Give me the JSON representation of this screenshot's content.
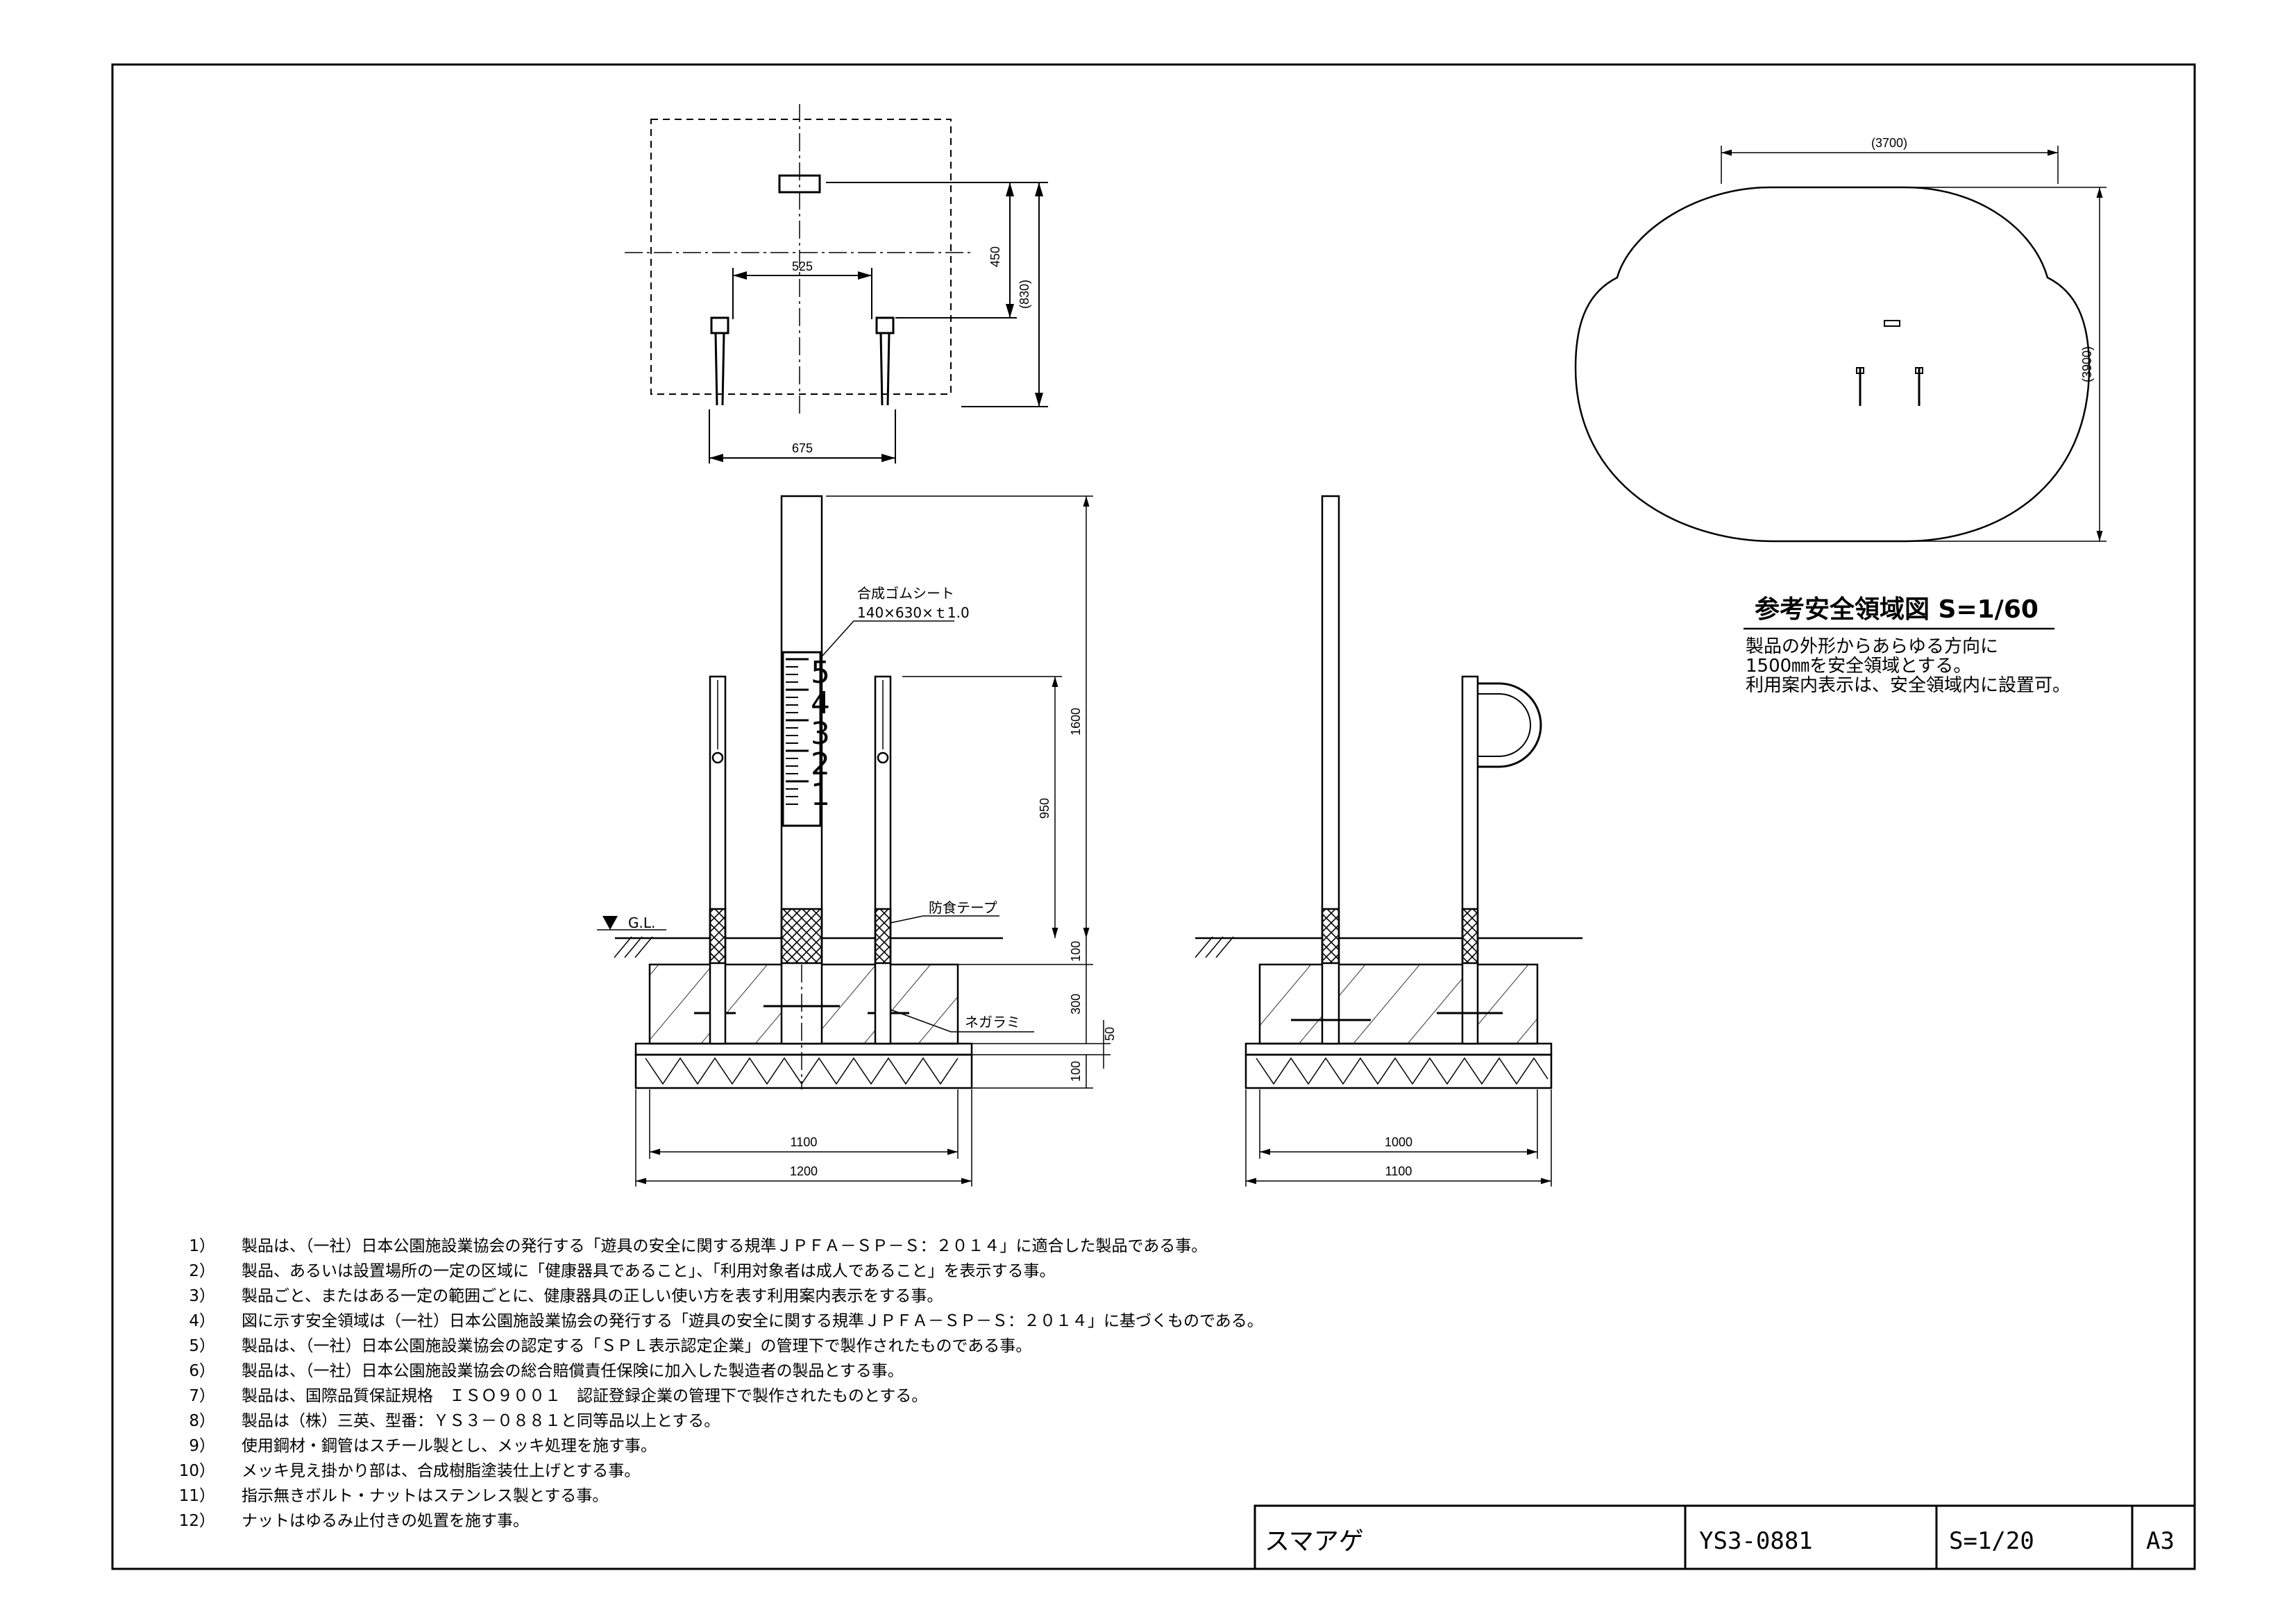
{
  "title_block": {
    "name": "スマアゲ",
    "model": "YS3-0881",
    "scale": "S=1/20",
    "paper": "A3"
  },
  "plan_view": {
    "dim_525": "525",
    "dim_675": "675",
    "dim_450": "450",
    "dim_830": "(830)"
  },
  "front_view": {
    "rubber_sheet_label": "合成ゴムシート",
    "rubber_sheet_size": "140×630×ｔ1.0",
    "scale_marks": [
      "5",
      "4",
      "3",
      "2",
      "1"
    ],
    "tape_label": "防食テープ",
    "anchor_label": "ネガラミ",
    "gl_label": "G.L.",
    "dim_1600": "1600",
    "dim_950": "950",
    "dim_100_top": "100",
    "dim_300": "300",
    "dim_50": "50",
    "dim_100_bottom": "100",
    "dim_1100": "1100",
    "dim_1200": "1200"
  },
  "side_view": {
    "dim_1000": "1000",
    "dim_1100": "1100"
  },
  "safety_area": {
    "dim_width": "(3700)",
    "dim_height": "(3900)",
    "title": "参考安全領域図 S=1/60",
    "desc": [
      "製品の外形からあらゆる方向に",
      "1500㎜を安全領域とする。",
      "利用案内表示は、安全領域内に設置可。"
    ]
  },
  "notes": [
    {
      "num": "1）",
      "text": "製品は、（一社）日本公園施設業協会の発行する「遊具の安全に関する規準ＪＰＦＡ－ＳＰ－Ｓ：２０１４」に適合した製品である事。"
    },
    {
      "num": "2）",
      "text": "製品、あるいは設置場所の一定の区域に「健康器具であること」、「利用対象者は成人であること」を表示する事。"
    },
    {
      "num": "3）",
      "text": "製品ごと、またはある一定の範囲ごとに、健康器具の正しい使い方を表す利用案内表示をする事。"
    },
    {
      "num": "4）",
      "text": "図に示す安全領域は（一社）日本公園施設業協会の発行する「遊具の安全に関する規準ＪＰＦＡ－ＳＰ－Ｓ：２０１４」に基づくものである。"
    },
    {
      "num": "5）",
      "text": "製品は、（一社）日本公園施設業協会の認定する「ＳＰＬ表示認定企業」の管理下で製作されたものである事。"
    },
    {
      "num": "6）",
      "text": "製品は、（一社）日本公園施設業協会の総合賠償責任保険に加入した製造者の製品とする事。"
    },
    {
      "num": "7）",
      "text": "製品は、国際品質保証規格　ＩＳＯ９００１　認証登録企業の管理下で製作されたものとする。"
    },
    {
      "num": "8）",
      "text": "製品は（株）三英、型番：ＹＳ３－０８８１と同等品以上とする。"
    },
    {
      "num": "9）",
      "text": "使用鋼材・鋼管はスチール製とし、メッキ処理を施す事。"
    },
    {
      "num": "10）",
      "text": "メッキ見え掛かり部は、合成樹脂塗装仕上げとする事。"
    },
    {
      "num": "11）",
      "text": "指示無きボルト・ナットはステンレス製とする事。"
    },
    {
      "num": "12）",
      "text": "ナットはゆるみ止付きの処置を施す事。"
    }
  ]
}
